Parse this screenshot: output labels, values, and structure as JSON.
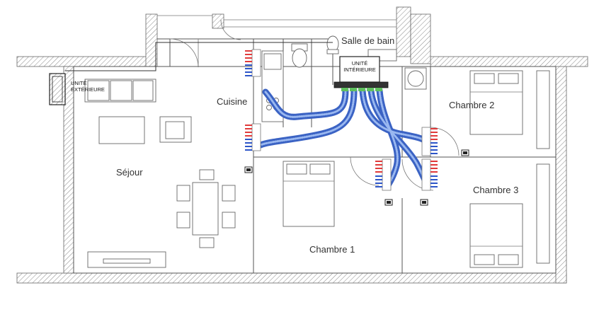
{
  "rooms": {
    "salle_de_bain": "Salle de bain",
    "cuisine": "Cuisine",
    "chambre2": "Chambre 2",
    "sejour": "Séjour",
    "chambre3": "Chambre 3",
    "chambre1": "Chambre 1"
  },
  "units": {
    "exterieure": [
      "UNITÉ",
      "EXTÉRIEURE"
    ],
    "interieure": [
      "UNITÉ",
      "INTÉRIEURE"
    ]
  },
  "colors": {
    "duct_fill": "#3b63c4",
    "duct_stripe": "#8fb0ee",
    "supply_red": "#e03a3a",
    "return_blue": "#2d55c8",
    "unit_green": "#5fbf5f",
    "wall": "#555555"
  },
  "icons": [
    "thermostat-icon"
  ]
}
